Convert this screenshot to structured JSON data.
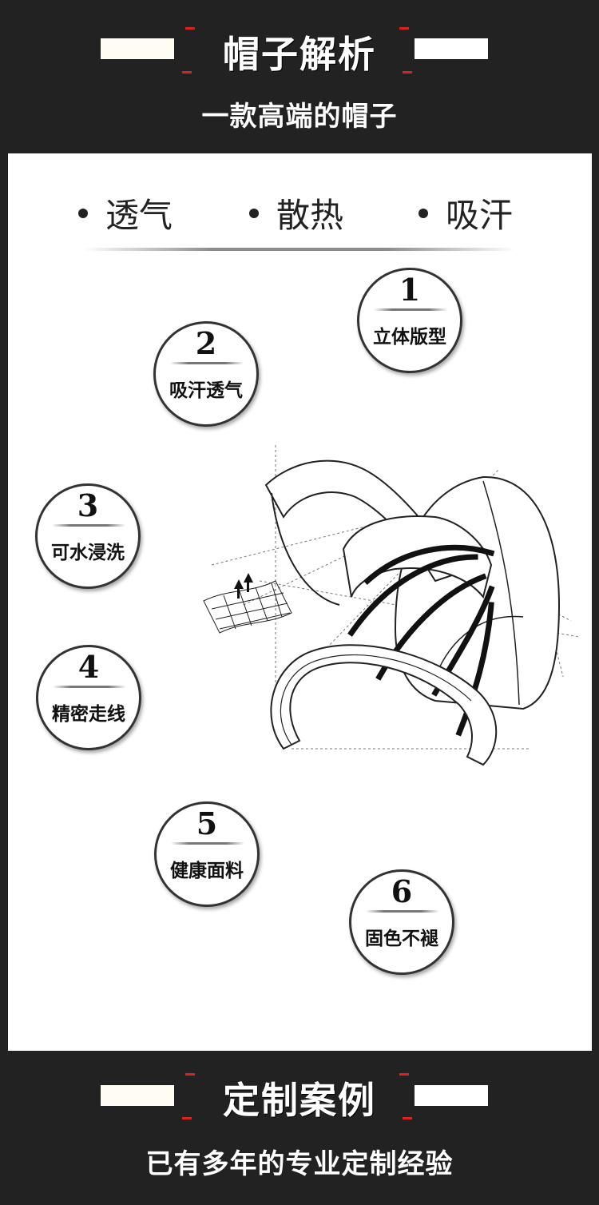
{
  "top_header": {
    "title": "帽子解析",
    "subtitle": "一款高端的帽子"
  },
  "features": [
    "透气",
    "散热",
    "吸汗"
  ],
  "badges": [
    {
      "number": "1",
      "label": "立体版型"
    },
    {
      "number": "2",
      "label": "吸汗透气"
    },
    {
      "number": "3",
      "label": "可水浸洗"
    },
    {
      "number": "4",
      "label": "精密走线"
    },
    {
      "number": "5",
      "label": "健康面料"
    },
    {
      "number": "6",
      "label": "固色不褪"
    }
  ],
  "bottom_header": {
    "title": "定制案例",
    "subtitle": "已有多年的专业定制经验"
  },
  "colors": {
    "background": "#222222",
    "panel": "#ffffff",
    "accent_red": "#d9231c",
    "text_dark": "#111111"
  },
  "illustration": {
    "icon": "cap-exploded-diagram-icon"
  }
}
